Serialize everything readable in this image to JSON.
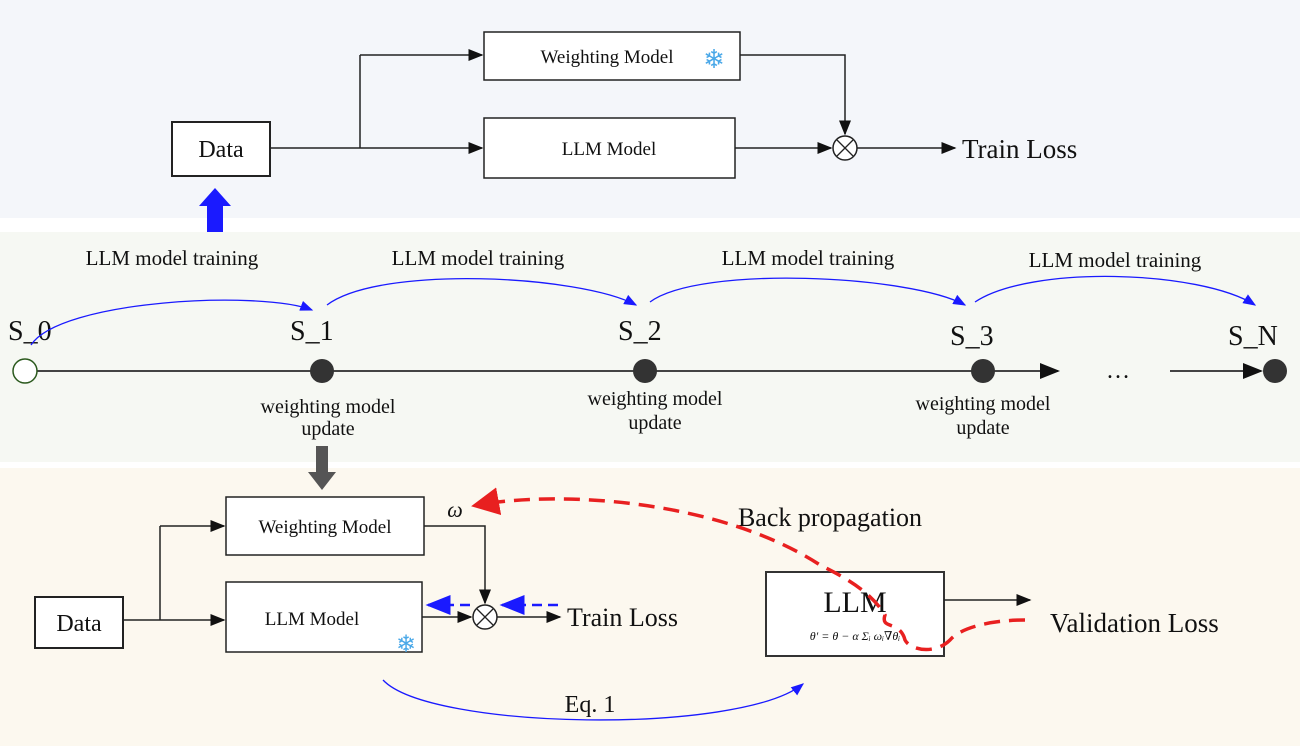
{
  "colors": {
    "top_bg": "#f4f6fa",
    "mid_bg": "#f6f8f3",
    "bottom_bg": "#fcf8ef",
    "blue": "#1a1aff",
    "red": "#e82020",
    "snowflake": "#4aa8e8",
    "node": "#333333"
  },
  "top": {
    "data_label": "Data",
    "weighting_model_label": "Weighting Model",
    "llm_model_label": "LLM Model",
    "train_loss_label": "Train Loss",
    "frozen_icon": "snowflake-icon"
  },
  "timeline": {
    "states": [
      "S_0",
      "S_1",
      "S_2",
      "S_3",
      "S_N"
    ],
    "training_labels": [
      "LLM model training",
      "LLM model training",
      "LLM model training",
      "LLM model training"
    ],
    "update_line1": "weighting model",
    "update_line2": "update",
    "ellipsis": "…"
  },
  "bottom": {
    "data_label": "Data",
    "weighting_model_label": "Weighting Model",
    "llm_model_label": "LLM Model",
    "omega": "ω",
    "train_loss_label": "Train Loss",
    "back_propagation_label": "Back propagation",
    "llm_label": "LLM",
    "formula": "θ' = θ − α Σᵢ ωᵢ∇θᵢ",
    "validation_loss_label": "Validation Loss",
    "eq_label": "Eq. 1",
    "frozen_icon": "snowflake-icon"
  }
}
